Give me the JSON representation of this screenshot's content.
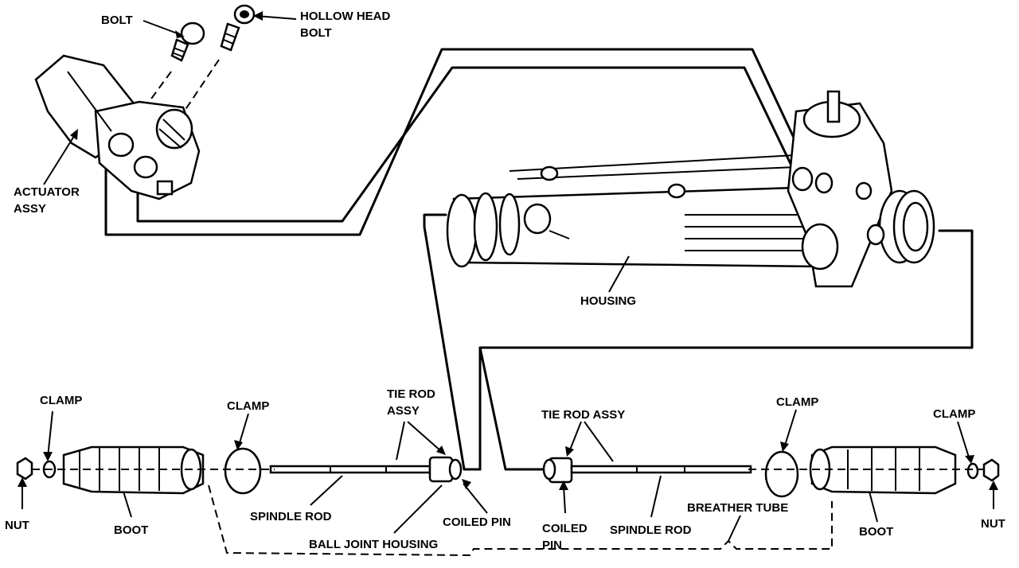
{
  "labels": {
    "bolt": "BOLT",
    "hollow_head_bolt_1": "HOLLOW HEAD",
    "hollow_head_bolt_2": "BOLT",
    "actuator_assy_1": "ACTUATOR",
    "actuator_assy_2": "ASSY",
    "housing": "HOUSING",
    "clamp_left_outer": "CLAMP",
    "clamp_left_inner": "CLAMP",
    "tie_rod_assy_left_1": "TIE ROD",
    "tie_rod_assy_left_2": "ASSY",
    "tie_rod_assy_right": "TIE ROD ASSY",
    "clamp_right_inner": "CLAMP",
    "clamp_right_outer": "CLAMP",
    "nut_left": "NUT",
    "boot_left": "BOOT",
    "spindle_rod_left": "SPINDLE ROD",
    "coiled_pin_left": "COILED PIN",
    "ball_joint_housing": "BALL JOINT HOUSING",
    "coiled_pin_right_1": "COILED",
    "coiled_pin_right_2": "PIN",
    "spindle_rod_right": "SPINDLE ROD",
    "breather_tube": "BREATHER TUBE",
    "boot_right": "BOOT",
    "nut_right": "NUT"
  }
}
